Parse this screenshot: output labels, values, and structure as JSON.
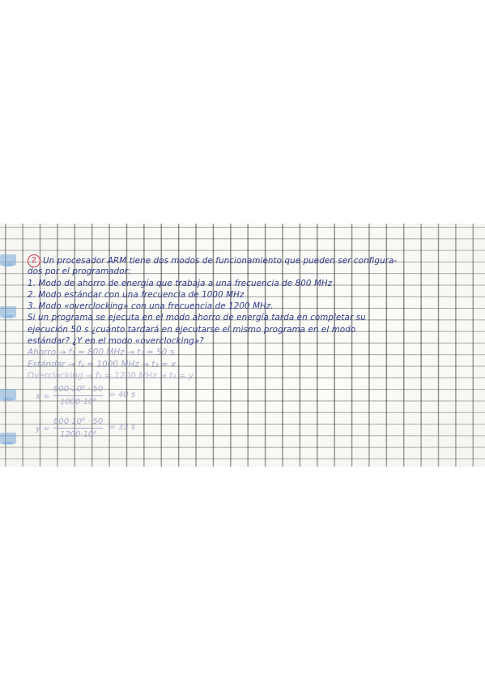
{
  "problem": {
    "number": "2",
    "lines": [
      "Un procesador ARM tiene dos modos de funcionamiento que pueden ser configura-",
      "dos por el programador:",
      "1. Modo de ahorro de energía que trabaja a una frecuencia de 800 MHz",
      "2. Modo estándar con una frecuencia de 1000 MHz",
      "3. Modo «overclocking» con una frecuencia de 1200 MHz.",
      "Si un programa se ejecuta en el modo ahorro de energía tarda en completar su",
      "ejecución 50 s ¿cuánto tardará en ejecutarse el mismo programa en el modo",
      "estándar? ¿Y en el modo «overclocking»?"
    ]
  },
  "work": {
    "given": [
      "Ahorro → f₁ = 800 MHz → t₁ = 50 s",
      "Estándar → f₂ = 1000 MHz → t₂ = x",
      "Overclocking → f₃ = 1200 MHz → t₃ = y"
    ],
    "calc_x": {
      "lhs": "x =",
      "numerator": "800·10⁶ · 50",
      "denominator": "1000·10⁶",
      "result": "= 40 s"
    },
    "calc_y": {
      "lhs": "y =",
      "numerator": "800·10⁶ · 50",
      "denominator": "1200·10⁶",
      "result": "= 33 s"
    }
  }
}
